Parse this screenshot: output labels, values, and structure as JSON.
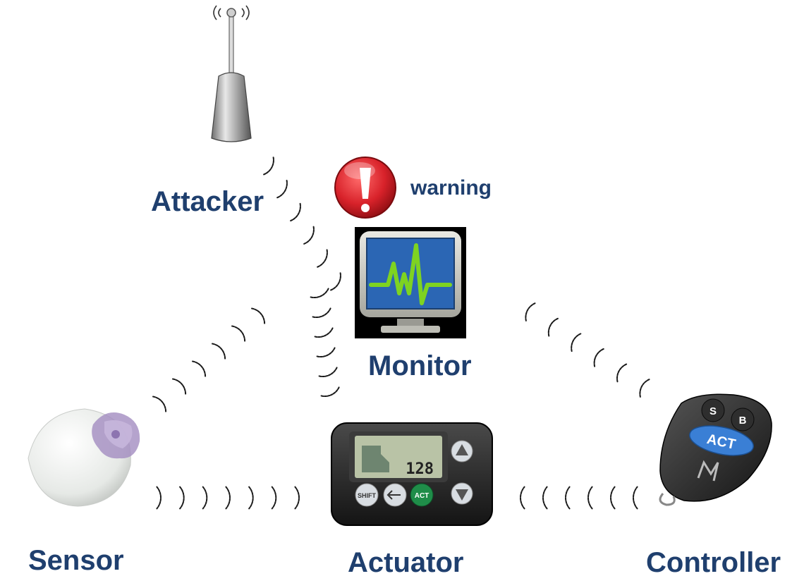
{
  "labels": {
    "attacker": "Attacker",
    "warning": "warning",
    "monitor": "Monitor",
    "sensor": "Sensor",
    "actuator": "Actuator",
    "controller": "Controller"
  },
  "controller_buttons": {
    "s": "S",
    "b": "B",
    "act": "ACT"
  },
  "actuator_screen": {
    "reading": "128",
    "button_left": "SHIFT",
    "button_right": "ACT"
  },
  "colors": {
    "label_text": "#1f3f6e",
    "warning_red": "#d8222a",
    "monitor_screen": "#2b66b4",
    "monitor_trace": "#7ed321",
    "controller_act": "#3a7fd5"
  },
  "icons": {
    "attacker": "antenna-tower-icon",
    "warning": "warning-exclamation-icon",
    "monitor": "heart-monitor-icon",
    "sensor": "glucose-sensor-icon",
    "actuator": "insulin-pump-icon",
    "controller": "remote-key-fob-icon"
  }
}
